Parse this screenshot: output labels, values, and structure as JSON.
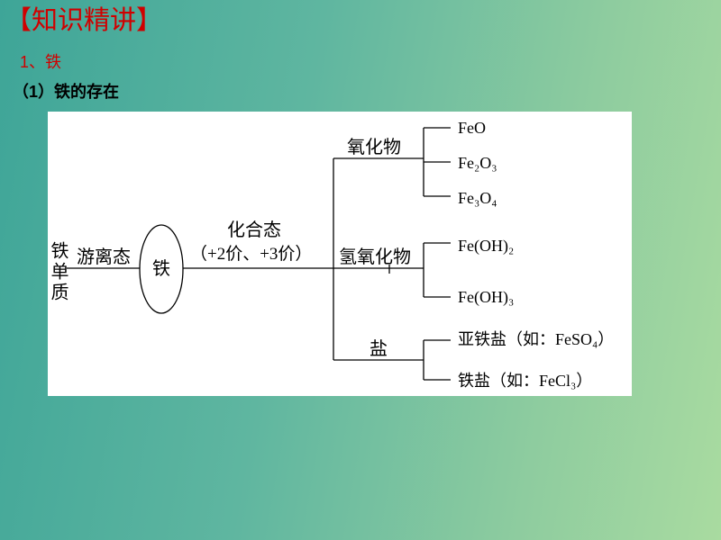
{
  "header": {
    "title": "【知识精讲】",
    "section": "1、铁",
    "subsection": "（1）铁的存在"
  },
  "diagram": {
    "root": "铁单质",
    "free_state": "游离态",
    "element": "铁",
    "combined_state": "化合态",
    "valence": "（+2价、+3价）",
    "branches": [
      {
        "label": "氧化物",
        "items": [
          "FeO",
          "Fe₂O₃",
          "Fe₃O₄"
        ]
      },
      {
        "label": "氢氧化物",
        "items": [
          "Fe(OH)₂",
          "Fe(OH)₃"
        ]
      },
      {
        "label": "盐",
        "items": [
          "亚铁盐（如：FeSO₄）",
          "铁盐（如：FeCl₃）"
        ]
      }
    ]
  },
  "colors": {
    "title": "#d00000",
    "background_left": "#3ea598",
    "background_right": "#a9dba0",
    "board": "#ffffff"
  }
}
